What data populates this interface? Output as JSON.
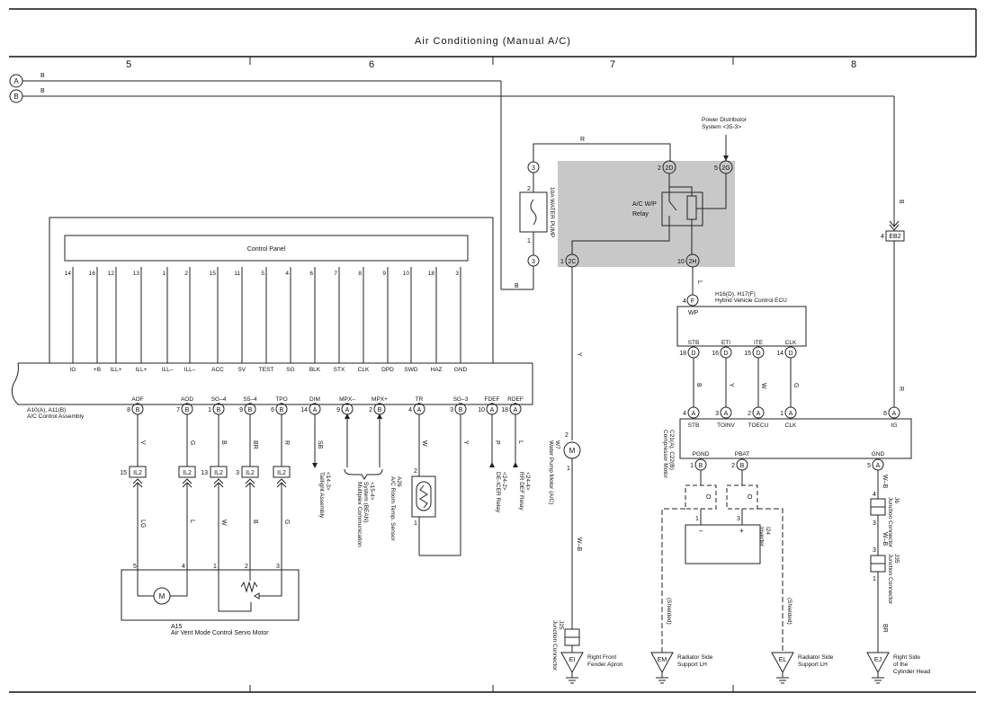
{
  "title": "Air Conditioning (Manual A/C)",
  "columns": [
    "5",
    "6",
    "7",
    "8"
  ],
  "buses": [
    {
      "id": "A",
      "wire": "B"
    },
    {
      "id": "B",
      "wire": "B"
    }
  ],
  "control_panel": "Control Panel",
  "ac_control": {
    "ref": "A10(A), A11(B)",
    "name": "A/C Control Assembly",
    "top_pins": [
      {
        "n": "14",
        "s": "IG"
      },
      {
        "n": "16",
        "s": "+B"
      },
      {
        "n": "12",
        "s": "ILL+"
      },
      {
        "n": "13",
        "s": "ILL+"
      },
      {
        "n": "1",
        "s": "ILL–"
      },
      {
        "n": "2",
        "s": "ILL–"
      },
      {
        "n": "15",
        "s": "ACC"
      },
      {
        "n": "11",
        "s": "5V"
      },
      {
        "n": "5",
        "s": "TEST"
      },
      {
        "n": "4",
        "s": "SG"
      },
      {
        "n": "6",
        "s": "BLK"
      },
      {
        "n": "7",
        "s": "STX"
      },
      {
        "n": "8",
        "s": "CLK"
      },
      {
        "n": "9",
        "s": "DPD"
      },
      {
        "n": "10",
        "s": "SWD"
      },
      {
        "n": "18",
        "s": "HAZ"
      },
      {
        "n": "3",
        "s": "GND"
      }
    ],
    "bottom_pins": [
      {
        "s": "AOF",
        "n": "8",
        "c": "B",
        "w": "V"
      },
      {
        "s": "AOD",
        "n": "7",
        "c": "B",
        "w": "G"
      },
      {
        "s": "SG–4",
        "n": "1",
        "c": "B",
        "w": "B"
      },
      {
        "s": "S5–4",
        "n": "9",
        "c": "B",
        "w": "BR"
      },
      {
        "s": "TPO",
        "n": "6",
        "c": "B",
        "w": "R"
      },
      {
        "s": "DIM",
        "n": "14",
        "c": "A",
        "w": "SB"
      },
      {
        "s": "MPX–",
        "n": "9",
        "c": "A",
        "w": ""
      },
      {
        "s": "MPX+",
        "n": "2",
        "c": "B",
        "w": ""
      },
      {
        "s": "TR",
        "n": "4",
        "c": "A",
        "w": "W"
      },
      {
        "s": "SG–3",
        "n": "3",
        "c": "B",
        "w": "Y"
      },
      {
        "s": "FDEF",
        "n": "10",
        "c": "A",
        "w": "P"
      },
      {
        "s": "RDEF",
        "n": "18",
        "c": "A",
        "w": "L"
      }
    ]
  },
  "il2": [
    {
      "n": "15",
      "c": "IL2",
      "w": "LG"
    },
    {
      "n": "",
      "c": "IL2",
      "w": "L"
    },
    {
      "n": "13",
      "c": "IL2",
      "w": "W"
    },
    {
      "n": "3",
      "c": "IL2",
      "w": "B"
    },
    {
      "n": "",
      "c": "IL2",
      "w": "G"
    }
  ],
  "servo": {
    "ref": "A15",
    "name": "Air Vent Mode Control Servo Motor",
    "pins": [
      "5",
      "4",
      "1",
      "2",
      "3"
    ]
  },
  "dim_dest": [
    "Taillight Assembly",
    "<14-3>"
  ],
  "mpx_dest": [
    "Multiplex Communication",
    "System (BEAN)",
    "<15-4>"
  ],
  "room_sensor": {
    "ref": "A26",
    "name": "A/C Room Temp. Sensor",
    "pins": [
      "2",
      "1"
    ]
  },
  "defogger": [
    "DE-ICER Relay",
    "<24-2>"
  ],
  "rr_def": [
    "RR DEF Relay",
    "<24-4>"
  ],
  "fuse": {
    "name": "10A WATER PUMP",
    "pins": [
      "2",
      "1"
    ],
    "conn_top": "3",
    "conn_bot": "3",
    "wire": "R",
    "wire2": "B"
  },
  "relay": {
    "name": "A/C W/P",
    "name2": "Relay",
    "pins": [
      {
        "n": "2",
        "c": "2D"
      },
      {
        "n": "5",
        "c": "2G"
      },
      {
        "n": "1",
        "c": "2C"
      },
      {
        "n": "10",
        "c": "2H"
      }
    ]
  },
  "power_dist": [
    "Power Distributor",
    "System <35-3>"
  ],
  "eb2": {
    "n": "4",
    "c": "EB2",
    "w": "B"
  },
  "hv_ecu": {
    "ref": "H16(D), H17(F)",
    "name": "Hybrid Vehicle Control ECU",
    "pin_top": {
      "n": "4",
      "c": "F",
      "s": "WP"
    },
    "pins": [
      {
        "s": "STB",
        "n": "18",
        "c": "D",
        "w": "B"
      },
      {
        "s": "ETI",
        "n": "16",
        "c": "D",
        "w": "Y"
      },
      {
        "s": "ITE",
        "n": "15",
        "c": "D",
        "w": "W"
      },
      {
        "s": "CLK",
        "n": "14",
        "c": "D",
        "w": "G"
      }
    ]
  },
  "wire_L": "L",
  "water_pump": {
    "ref": "W7",
    "name": "Water Pump Motor (A/C)",
    "pins": [
      "2",
      "1"
    ],
    "wire": "Y",
    "wire2": "W–B"
  },
  "compressor": {
    "ref": "C21(A), C22(B)",
    "name": "Compressor Motor",
    "pins": [
      {
        "n": "4",
        "c": "A",
        "s": "STB"
      },
      {
        "n": "3",
        "c": "A",
        "s": "TOINV"
      },
      {
        "n": "2",
        "c": "A",
        "s": "TOECU"
      },
      {
        "n": "1",
        "c": "A",
        "s": "CLK"
      },
      {
        "n": "6",
        "c": "A",
        "s": "IG"
      }
    ],
    "bottom": [
      {
        "s": "PGND",
        "n": "1",
        "c": "B"
      },
      {
        "s": "PBAT",
        "n": "2",
        "c": "B"
      },
      {
        "s": "GND",
        "n": "5",
        "c": "A",
        "w": "W–B"
      }
    ]
  },
  "ig_wire": "R",
  "inverter": {
    "ref": "I24",
    "name": "Inverter",
    "pins": [
      "1",
      "3"
    ],
    "minus": "–",
    "plus": "+",
    "o": "O"
  },
  "j6": {
    "ref": "J6",
    "name": "Junction Connector",
    "pins": [
      "4",
      "3"
    ],
    "wire": "W–B"
  },
  "j35": {
    "ref": "J35",
    "name": "Junction Connector",
    "pins": [
      "3",
      "1"
    ],
    "wire": "BR"
  },
  "j25": {
    "ref": "J25",
    "name": "Junction Connector"
  },
  "shielded": "(Shielded)",
  "grounds": [
    {
      "id": "EI",
      "label": [
        "Right Front",
        "Fender Apron"
      ]
    },
    {
      "id": "EM",
      "label": [
        "Radiator Side",
        "Support LH"
      ]
    },
    {
      "id": "EL",
      "label": [
        "Radiator Side",
        "Support LH"
      ]
    },
    {
      "id": "EJ",
      "label": [
        "Right Side",
        "of the",
        "Cylinder Head"
      ]
    }
  ]
}
